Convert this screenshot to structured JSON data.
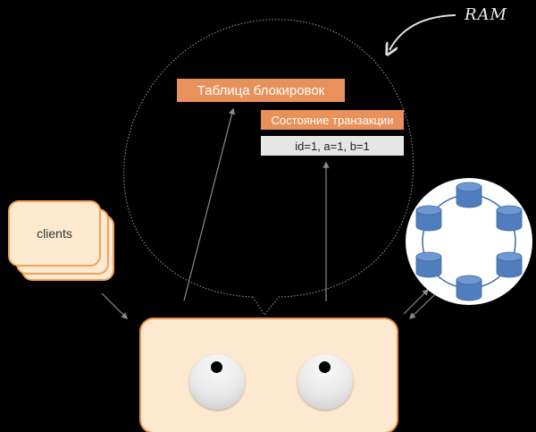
{
  "diagram": {
    "ram_label": "RAM",
    "memory": {
      "lock_table_label": "Таблица блокировок",
      "transaction_state_label": "Состояние транзакции",
      "transaction_values": "id=1, a=1, b=1"
    },
    "clients": {
      "label": "clients",
      "stack_count": 3
    },
    "server": {
      "description": "server with two eyes looking up"
    },
    "cluster": {
      "node_count": 6,
      "node_color": "#4f7dbd",
      "ring_color": "#3d6bb0"
    },
    "colors": {
      "accent_orange": "#e8915a",
      "card_fill": "#fce9d0",
      "card_border": "#f0a25a",
      "value_box": "#e6e6e6"
    }
  }
}
